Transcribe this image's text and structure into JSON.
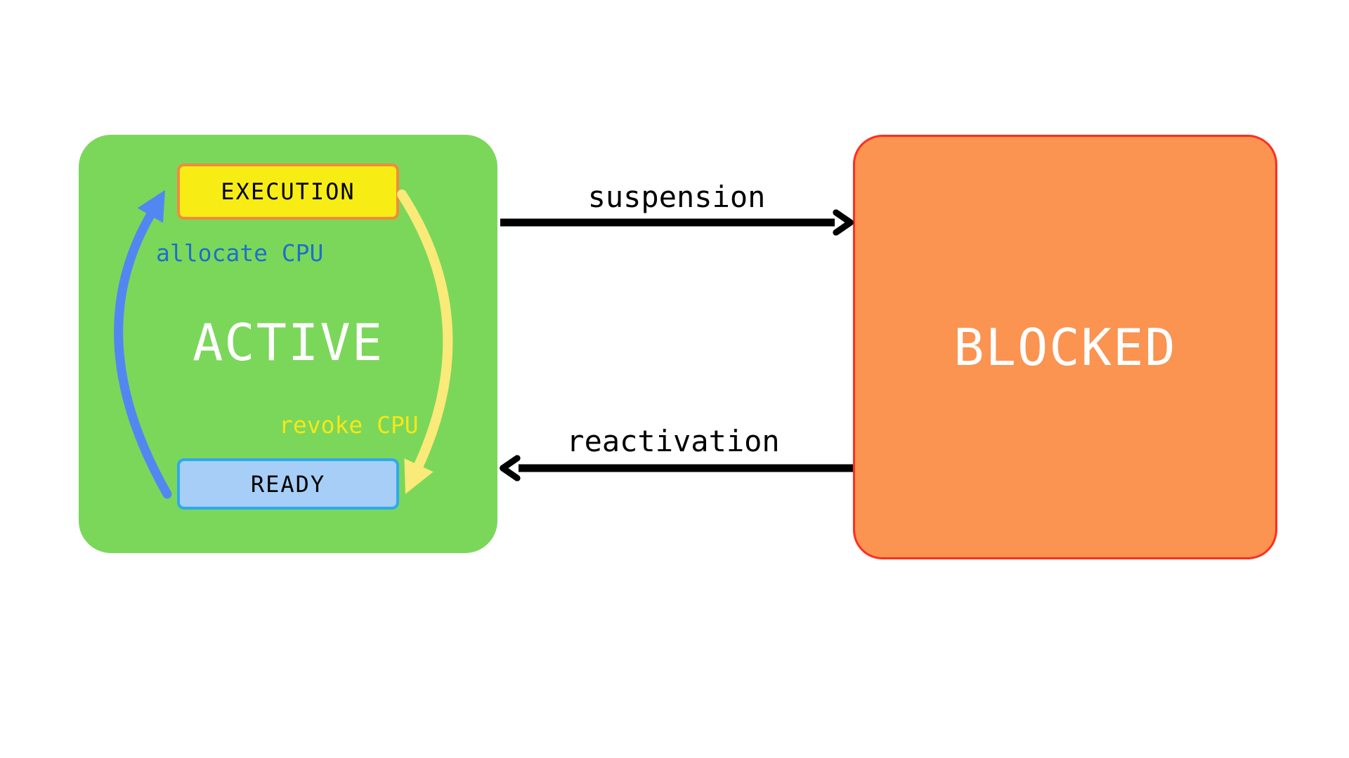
{
  "colors": {
    "canvas": "#ffffff",
    "active_fill": "#7bd75a",
    "blocked_fill": "#fb9351",
    "blocked_border": "#ff2d1e",
    "execution_fill": "#f8ec15",
    "execution_border": "#f18c3b",
    "ready_fill": "#a6cef7",
    "ready_border": "#2fa9ef",
    "state_label": "#ffffff",
    "inner_label": "#000000",
    "arrow_blue": "#5287f2",
    "arrow_yellow": "#f9ea79",
    "arrow_black": "#000000"
  },
  "states": {
    "active": {
      "label": "ACTIVE"
    },
    "blocked": {
      "label": "BLOCKED"
    },
    "execution": {
      "label": "EXECUTION"
    },
    "ready": {
      "label": "READY"
    }
  },
  "transitions": {
    "allocate_cpu": {
      "label": "allocate CPU",
      "color": "#1c70c8"
    },
    "revoke_cpu": {
      "label": "revoke CPU",
      "color": "#f8e716"
    },
    "suspension": {
      "label": "suspension",
      "color": "#000000"
    },
    "reactivation": {
      "label": "reactivation",
      "color": "#000000"
    }
  }
}
